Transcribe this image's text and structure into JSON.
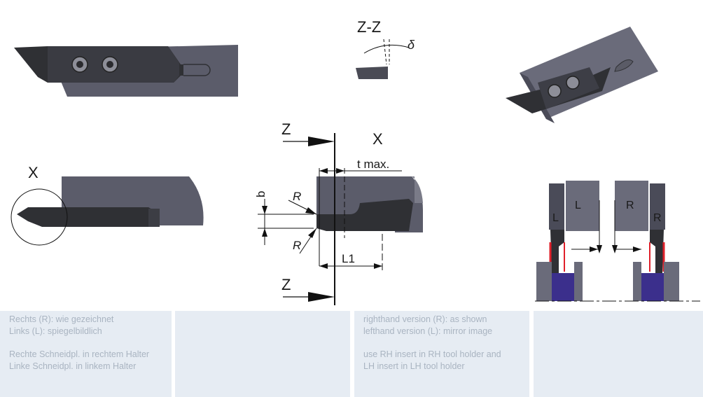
{
  "labels": {
    "section_zz": "Z-Z",
    "delta": "δ",
    "z_top": "Z",
    "z_bottom": "Z",
    "x_detail": "X",
    "x_circle": "X",
    "t_max": "t max.",
    "b": "b",
    "r_top": "R",
    "r_bottom": "R",
    "l1": "L1",
    "left_L_outer": "L",
    "left_L_inner": "L",
    "right_R_inner": "R",
    "right_R_outer": "R"
  },
  "footer": {
    "de_left": {
      "line1": "Rechts (R): wie gezeichnet",
      "line2": "Links (L): spiegelbildlich",
      "line3": "Rechte Schneidpl. in rechtem Halter",
      "line4": "Linke Schneidpl. in linkem Halter"
    },
    "en_right": {
      "line1": "righthand version (R): as shown",
      "line2": "lefthand version (L): mirror image",
      "line3": "use RH insert in RH tool holder and",
      "line4": "LH insert in LH tool holder"
    }
  },
  "colors": {
    "holder": "#5b5c6a",
    "holder_dark": "#3d3e48",
    "insert": "#2f3034",
    "workpiece": "#3b2f8c",
    "highlight": "#e0202a",
    "panel": "#e6ecf3",
    "panel_text": "#a9b4c1"
  }
}
